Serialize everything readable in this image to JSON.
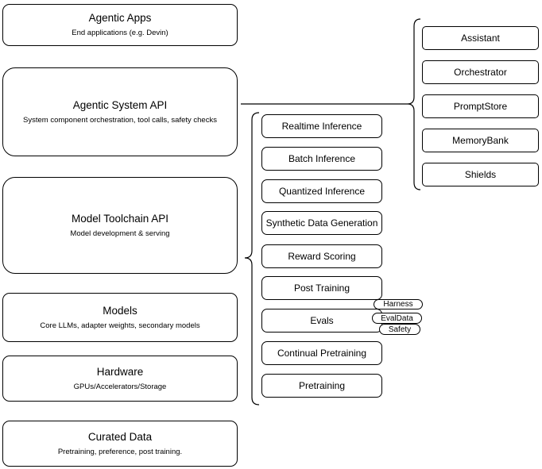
{
  "colors": {
    "stroke": "#000000",
    "fill": "#ffffff",
    "text": "#000000",
    "background": "#ffffff"
  },
  "left_stack": [
    {
      "title": "Agentic Apps",
      "subtitle": "End applications (e.g. Devin)"
    },
    {
      "title": "Agentic System API",
      "subtitle": "System component orchestration, tool calls, safety checks"
    },
    {
      "title": "Model Toolchain API",
      "subtitle": "Model development & serving"
    },
    {
      "title": "Models",
      "subtitle": "Core LLMs, adapter weights, secondary models"
    },
    {
      "title": "Hardware",
      "subtitle": "GPUs/Accelerators/Storage"
    },
    {
      "title": "Curated Data",
      "subtitle": "Pretraining, preference, post training."
    }
  ],
  "toolchain_items": [
    "Realtime Inference",
    "Batch Inference",
    "Quantized Inference",
    "Synthetic Data Generation",
    "Reward Scoring",
    "Post Training",
    "Evals",
    "Continual Pretraining",
    "Pretraining"
  ],
  "eval_pills": [
    "Harness",
    "EvalData",
    "Safety"
  ],
  "system_items": [
    "Assistant",
    "Orchestrator",
    "PromptStore",
    "MemoryBank",
    "Shields"
  ]
}
